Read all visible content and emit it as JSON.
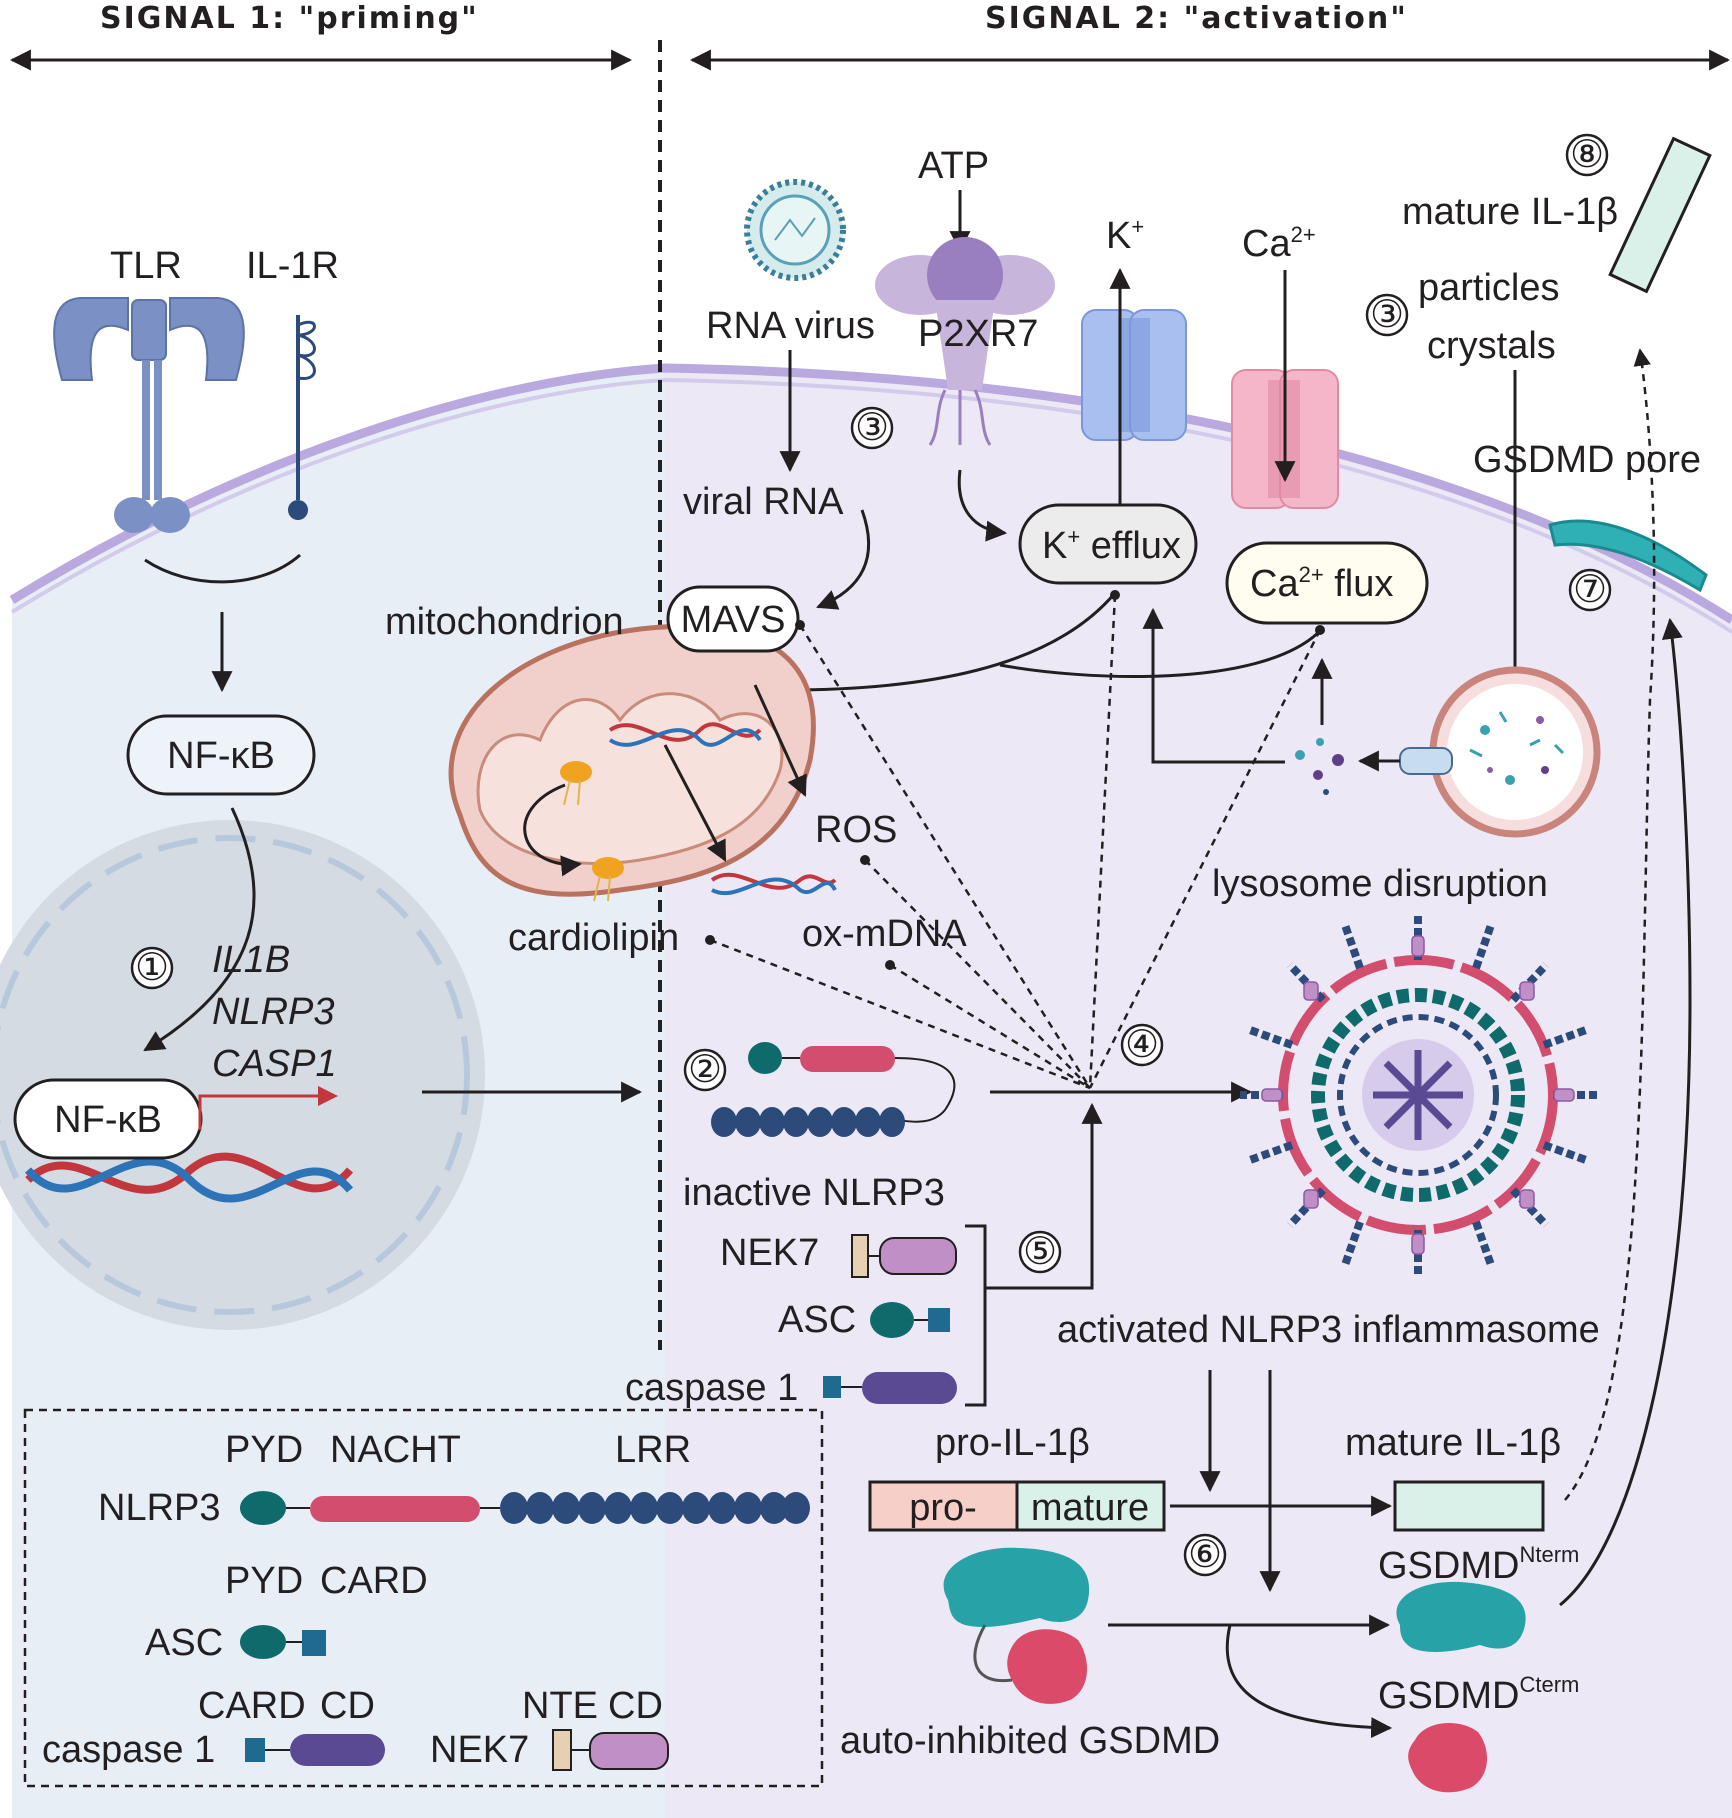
{
  "signal1": {
    "title": "SIGNAL 1: \"priming\""
  },
  "signal2": {
    "title": "SIGNAL 2: \"activation\""
  },
  "receptors": {
    "tlr": "TLR",
    "il1r": "IL-1R"
  },
  "nfkb": {
    "cytoplasm": "NF-κB",
    "nucleus": "NF-κB"
  },
  "genes": [
    "IL1B",
    "NLRP3",
    "CASP1"
  ],
  "steps": {
    "s1": "①",
    "s2": "②",
    "s3a": "③",
    "s3b": "③",
    "s4": "④",
    "s5": "⑤",
    "s6": "⑥",
    "s7": "⑦",
    "s8": "⑧"
  },
  "triggers": {
    "atp": "ATP",
    "p2xr7": "P2XR7",
    "rna_virus": "RNA virus",
    "viral_rna": "viral RNA",
    "k_ion": "K",
    "k_sup": "+",
    "ca_ion": "Ca",
    "ca_sup": "2+",
    "k_efflux_pre": "K",
    "k_efflux_sup": "+",
    "k_efflux_post": " efflux",
    "ca_flux_pre": "Ca",
    "ca_flux_sup": "2+",
    "ca_flux_post": " flux",
    "particles": "particles",
    "crystals": "crystals",
    "lysosome": "lysosome disruption"
  },
  "mito": {
    "label": "mitochondrion",
    "mavs": "MAVS",
    "ros": "ROS",
    "cardiolipin": "cardiolipin",
    "oxmdna": "ox-mDNA"
  },
  "nlrp3": {
    "inactive": "inactive NLRP3",
    "nek7": "NEK7",
    "asc": "ASC",
    "caspase1": "caspase 1",
    "activated": "activated NLRP3 inflammasome"
  },
  "il1b": {
    "pro_label": "pro-IL-1β",
    "pro_part": "pro-",
    "mature_part": "mature",
    "mature_label": "mature IL-1β",
    "mature_top": "mature IL-1β"
  },
  "gsdmd": {
    "pore": "GSDMD pore",
    "nterm_base": "GSDMD",
    "nterm_sup": "Nterm",
    "cterm_base": "GSDMD",
    "cterm_sup": "Cterm",
    "autoinhibited": "auto-inhibited GSDMD"
  },
  "legend": {
    "nlrp3_domains": [
      "PYD",
      "NACHT",
      "LRR"
    ],
    "nlrp3": "NLRP3",
    "asc_domains": [
      "PYD",
      "CARD"
    ],
    "asc": "ASC",
    "casp1_domains": [
      "CARD",
      "CD"
    ],
    "casp1": "caspase 1",
    "nek7_domains": [
      "NTE",
      "CD"
    ],
    "nek7": "NEK7"
  },
  "colors": {
    "cell_left": "#e7eef6",
    "cell_right": "#ece8f6",
    "membrane": "#c9d4ea",
    "nucleus": "#d4dbe3",
    "nlrp3_pyd": "#0f6b6b",
    "nlrp3_nacht": "#d24d6e",
    "nlrp3_lrr": "#2c4a7a",
    "asc_card": "#1f6b90",
    "casp1_cd": "#5a4a93",
    "nek7_cd": "#c08fc6",
    "nek7_nte": "#e6cfb3",
    "gsdmd_n": "#27a2a6",
    "gsdmd_c": "#dc4a6a",
    "pro_il1b": "#f6cfc8",
    "mature_il1b": "#d9f1e8"
  }
}
